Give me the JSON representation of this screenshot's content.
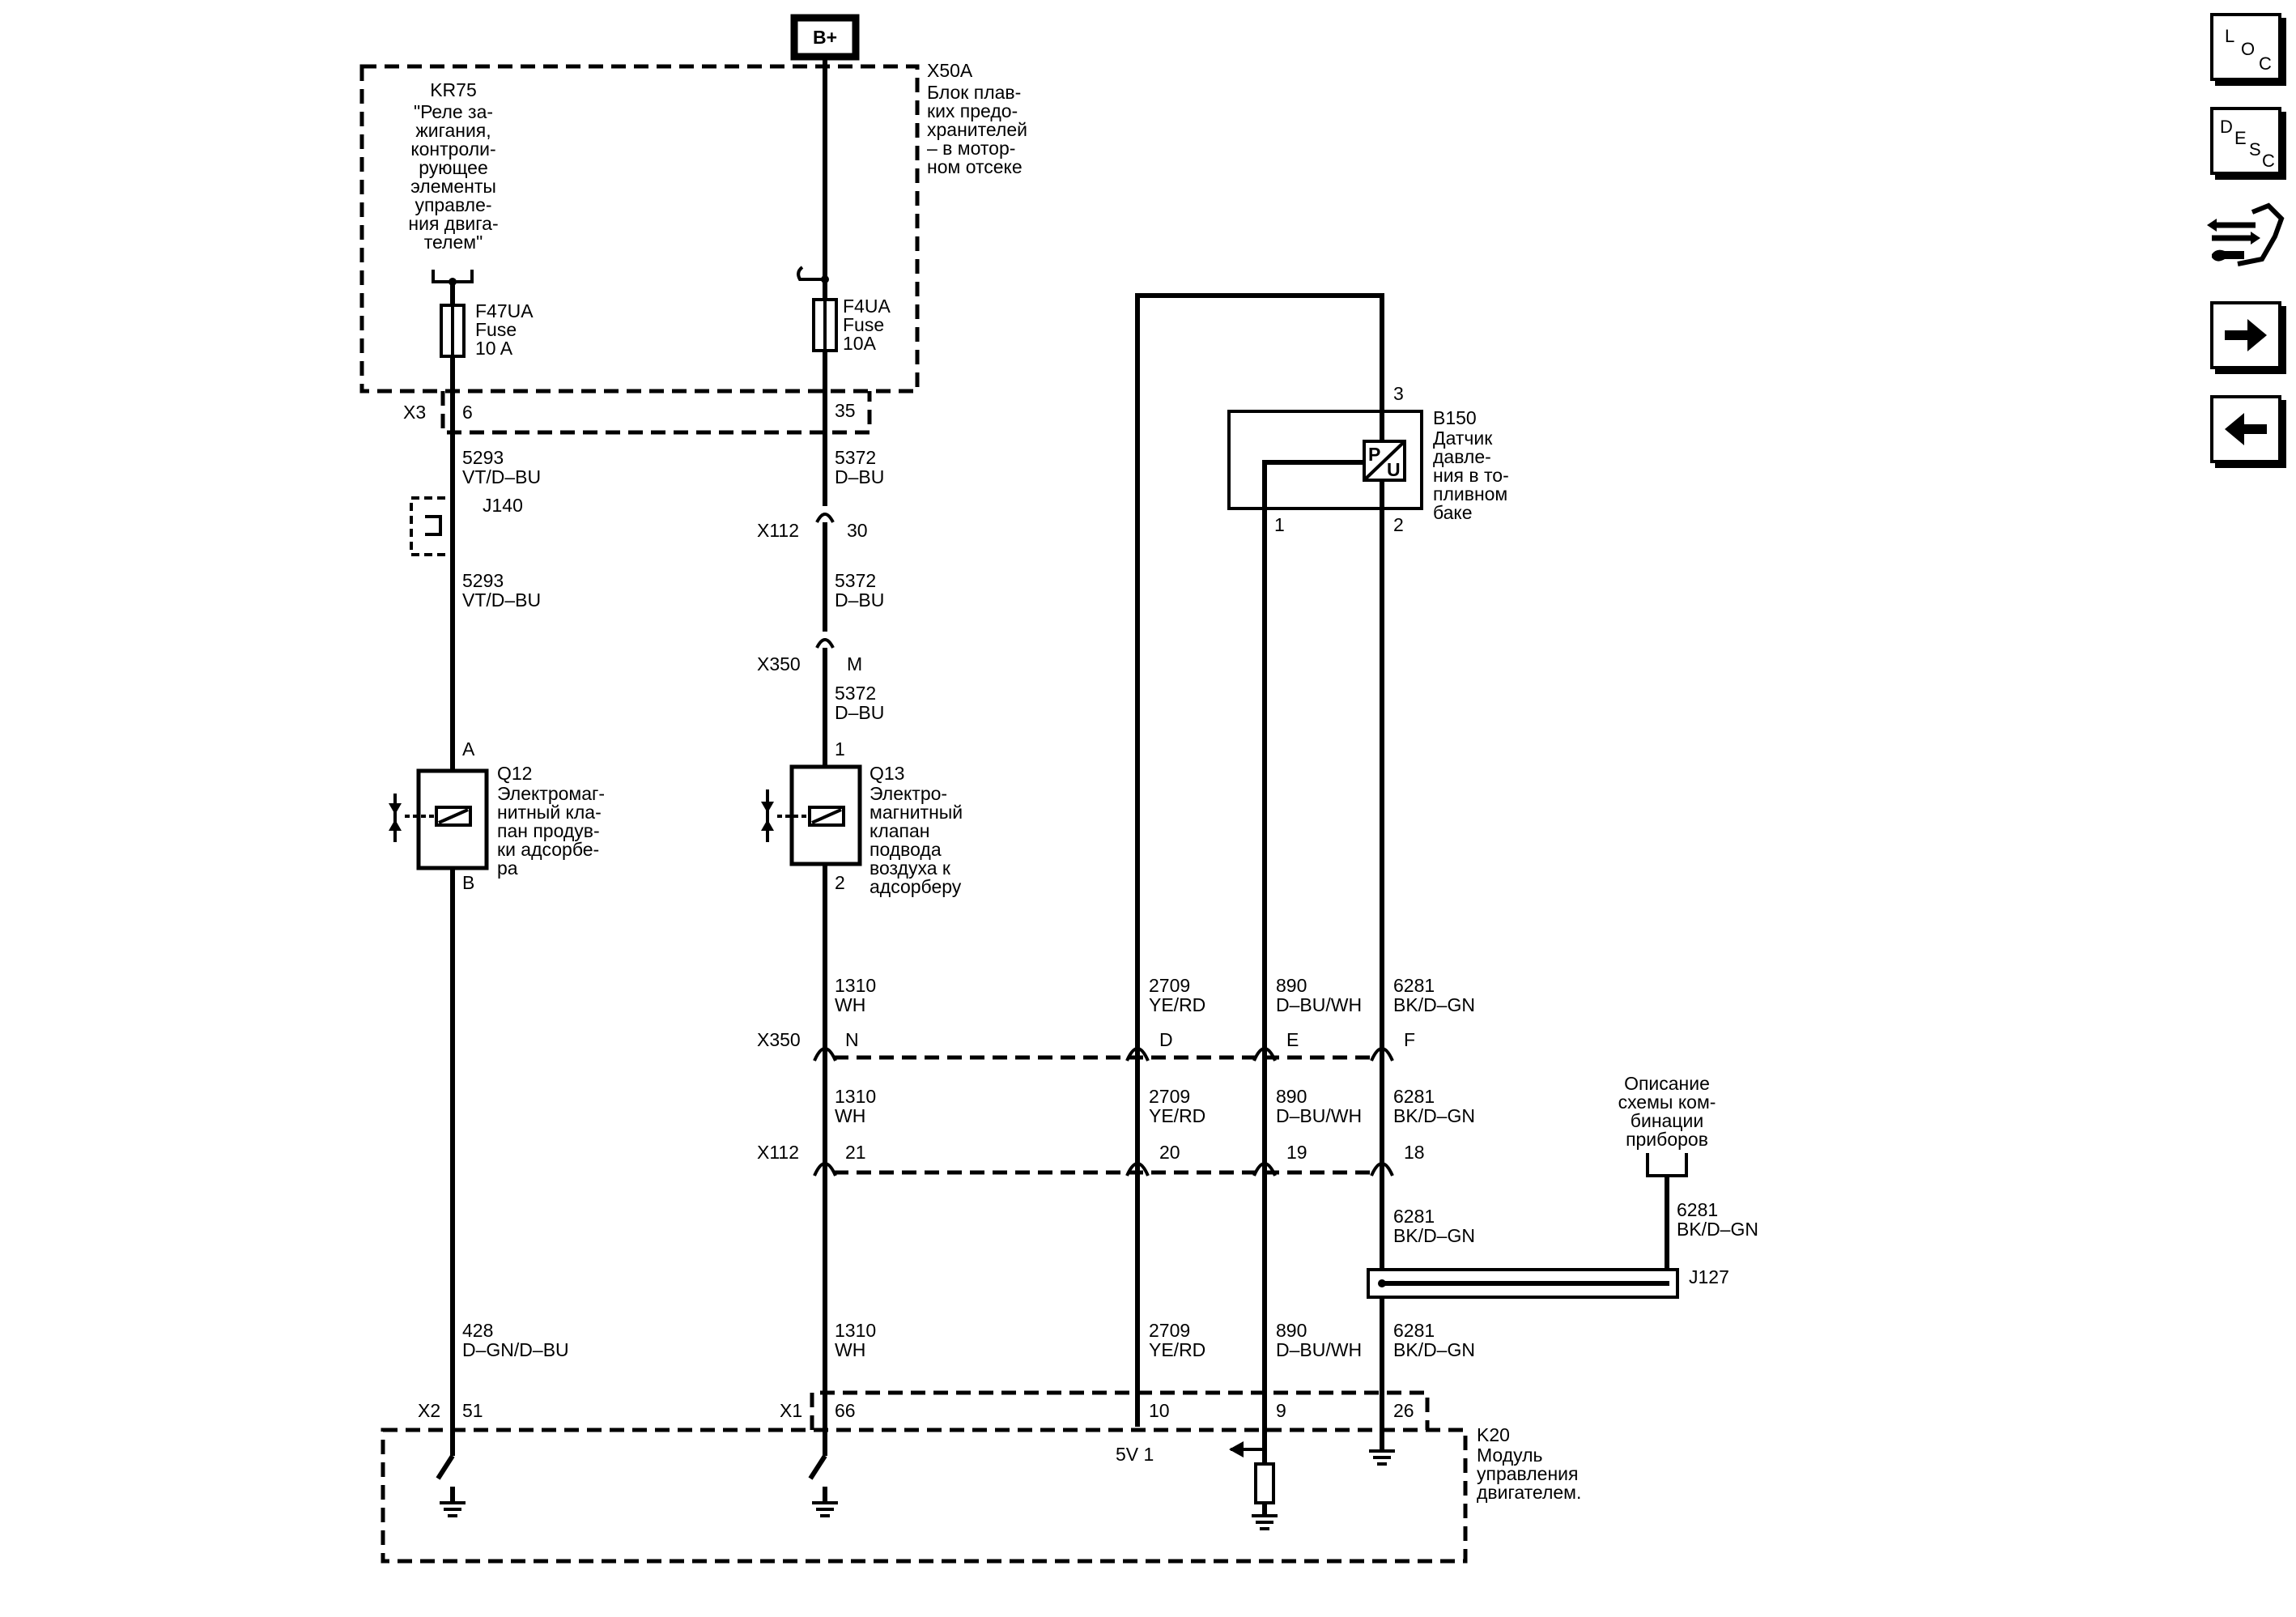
{
  "power": {
    "label": "B+"
  },
  "kr75": {
    "id": "KR75",
    "desc": [
      "\"Реле за-",
      "жигания,",
      "контроли-",
      "рующее",
      "элементы",
      "управле-",
      "ния двига-",
      "телем\""
    ]
  },
  "x50a": {
    "id": "X50A",
    "desc": [
      "Блок плав-",
      "ких предо-",
      "хранителей",
      "– в мотор-",
      "ном отсеке"
    ]
  },
  "fuse1": {
    "id": "F47UA",
    "type": "Fuse",
    "rating": "10 A"
  },
  "fuse2": {
    "id": "F4UA",
    "type": "Fuse",
    "rating": "10A"
  },
  "x3": {
    "id": "X3",
    "pin_left": "6",
    "pin_right": "35"
  },
  "w5293a": {
    "num": "5293",
    "color": "VT/D–BU"
  },
  "w5293b": {
    "num": "5293",
    "color": "VT/D–BU"
  },
  "j140": {
    "id": "J140"
  },
  "w5372a": {
    "num": "5372",
    "color": "D–BU"
  },
  "w5372b": {
    "num": "5372",
    "color": "D–BU"
  },
  "w5372c": {
    "num": "5372",
    "color": "D–BU"
  },
  "x112_top": {
    "id": "X112",
    "pin": "30"
  },
  "x350_top": {
    "id": "X350",
    "pin": "M"
  },
  "q12": {
    "id": "Q12",
    "pin_top": "A",
    "pin_bottom": "B",
    "desc": [
      "Электромаг-",
      "нитный кла-",
      "пан продув-",
      "ки адсорбе-",
      "ра"
    ]
  },
  "q13": {
    "id": "Q13",
    "pin_top": "1",
    "pin_bottom": "2",
    "desc": [
      "Электро-",
      "магнитный",
      "клапан",
      "подвода",
      "воздуха к",
      "адсорберу"
    ]
  },
  "b150": {
    "id": "B150",
    "pin3": "3",
    "pin1": "1",
    "pin2": "2",
    "symbol_p": "P",
    "symbol_u": "U",
    "desc": [
      "Датчик",
      "давле-",
      "ния в то-",
      "пливном",
      "баке"
    ]
  },
  "wires_upper": [
    {
      "num": "1310",
      "color": "WH"
    },
    {
      "num": "2709",
      "color": "YE/RD"
    },
    {
      "num": "890",
      "color": "D–BU/WH"
    },
    {
      "num": "6281",
      "color": "BK/D–GN"
    }
  ],
  "x350_mid": {
    "id": "X350",
    "pins": [
      "N",
      "D",
      "E",
      "F"
    ]
  },
  "wires_mid": [
    {
      "num": "1310",
      "color": "WH"
    },
    {
      "num": "2709",
      "color": "YE/RD"
    },
    {
      "num": "890",
      "color": "D–BU/WH"
    },
    {
      "num": "6281",
      "color": "BK/D–GN"
    }
  ],
  "x112_mid": {
    "id": "X112",
    "pins": [
      "21",
      "20",
      "19",
      "18"
    ]
  },
  "w6281_j": {
    "num": "6281",
    "color": "BK/D–GN"
  },
  "w6281_ref": {
    "num": "6281",
    "color": "BK/D–GN"
  },
  "ref": {
    "lines": [
      "Описание",
      "схемы ком-",
      "бинации",
      "приборов"
    ]
  },
  "j127": {
    "id": "J127"
  },
  "wires_lower": [
    {
      "num": "428",
      "color": "D–GN/D–BU"
    },
    {
      "num": "1310",
      "color": "WH"
    },
    {
      "num": "2709",
      "color": "YE/RD"
    },
    {
      "num": "890",
      "color": "D–BU/WH"
    },
    {
      "num": "6281",
      "color": "BK/D–GN"
    }
  ],
  "x2": {
    "id": "X2",
    "pin": "51"
  },
  "x1": {
    "id": "X1",
    "pins": [
      "66",
      "10",
      "9",
      "26"
    ]
  },
  "five_v": "5V 1",
  "k20": {
    "id": "K20",
    "desc": [
      "Модуль",
      "управления",
      "двигателем."
    ]
  },
  "nav": {
    "loc": {
      "l": "L",
      "o": "O",
      "c": "C"
    },
    "desc": {
      "d": "D",
      "e": "E",
      "s": "S",
      "c": "C"
    }
  }
}
